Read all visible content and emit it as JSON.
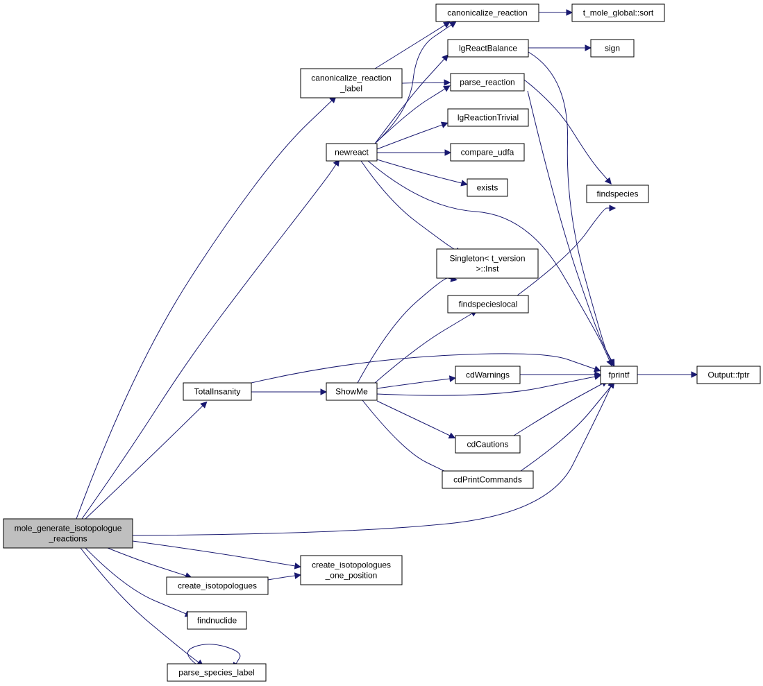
{
  "graph": {
    "nodes": {
      "root": [
        "mole_generate_isotopologue",
        "_reactions"
      ],
      "canon_label": [
        "canonicalize_reaction",
        "_label"
      ],
      "canon": [
        "canonicalize_reaction"
      ],
      "sort": [
        "t_mole_global::sort"
      ],
      "lgbal": [
        "lgReactBalance"
      ],
      "sign": [
        "sign"
      ],
      "parse_r": [
        "parse_reaction"
      ],
      "lgtriv": [
        "lgReactionTrivial"
      ],
      "newreact": [
        "newreact"
      ],
      "compare": [
        "compare_udfa"
      ],
      "exists": [
        "exists"
      ],
      "findsp": [
        "findspecies"
      ],
      "singleton": [
        "Singleton< t_version",
        ">::Inst"
      ],
      "findspl": [
        "findspecieslocal"
      ],
      "total": [
        "TotalInsanity"
      ],
      "showme": [
        "ShowMe"
      ],
      "cdwarn": [
        "cdWarnings"
      ],
      "fprintf": [
        "fprintf"
      ],
      "fptr": [
        "Output::fptr"
      ],
      "cdcaut": [
        "cdCautions"
      ],
      "cdprint": [
        "cdPrintCommands"
      ],
      "createone": [
        "create_isotopologues",
        "_one_position"
      ],
      "create": [
        "create_isotopologues"
      ],
      "findnuc": [
        "findnuclide"
      ],
      "parsesp": [
        "parse_species_label"
      ]
    },
    "edges": [
      [
        "root",
        "canon_label"
      ],
      [
        "root",
        "newreact"
      ],
      [
        "root",
        "total"
      ],
      [
        "root",
        "fprintf"
      ],
      [
        "root",
        "createone"
      ],
      [
        "root",
        "create"
      ],
      [
        "root",
        "findnuc"
      ],
      [
        "root",
        "parsesp"
      ],
      [
        "canon_label",
        "canon"
      ],
      [
        "canon_label",
        "parse_r"
      ],
      [
        "canon",
        "sort"
      ],
      [
        "lgbal",
        "sign"
      ],
      [
        "lgbal",
        "fprintf"
      ],
      [
        "parse_r",
        "findsp"
      ],
      [
        "parse_r",
        "fprintf"
      ],
      [
        "newreact",
        "canon"
      ],
      [
        "newreact",
        "lgbal"
      ],
      [
        "newreact",
        "parse_r"
      ],
      [
        "newreact",
        "lgtriv"
      ],
      [
        "newreact",
        "compare"
      ],
      [
        "newreact",
        "exists"
      ],
      [
        "newreact",
        "singleton"
      ],
      [
        "newreact",
        "fprintf"
      ],
      [
        "findspl",
        "findsp"
      ],
      [
        "total",
        "fprintf"
      ],
      [
        "total",
        "showme"
      ],
      [
        "showme",
        "singleton"
      ],
      [
        "showme",
        "findspl"
      ],
      [
        "showme",
        "cdwarn"
      ],
      [
        "showme",
        "fprintf"
      ],
      [
        "showme",
        "cdcaut"
      ],
      [
        "showme",
        "cdprint"
      ],
      [
        "cdwarn",
        "fprintf"
      ],
      [
        "cdcaut",
        "fprintf"
      ],
      [
        "cdprint",
        "fprintf"
      ],
      [
        "fprintf",
        "fptr"
      ],
      [
        "create",
        "createone"
      ],
      [
        "parsesp",
        "parsesp"
      ]
    ]
  }
}
